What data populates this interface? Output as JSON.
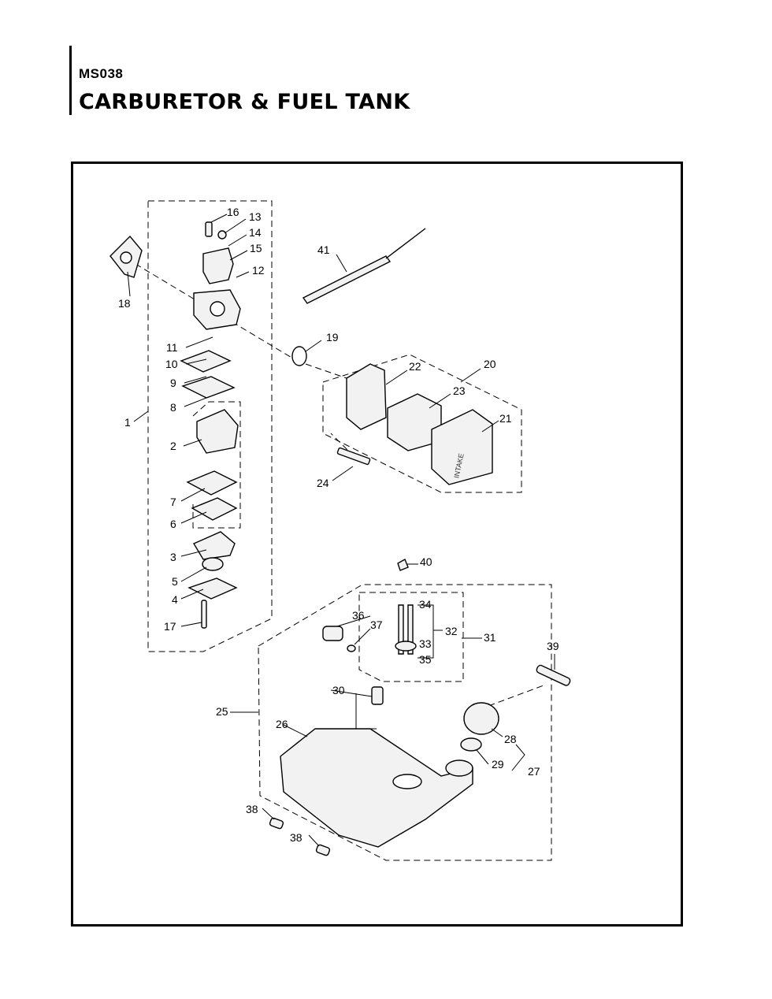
{
  "header": {
    "model": "MS038",
    "title": "CARBURETOR & FUEL TANK"
  },
  "diagram": {
    "intake_label": "INTAKE",
    "callouts": [
      "1",
      "2",
      "3",
      "4",
      "5",
      "6",
      "7",
      "8",
      "9",
      "10",
      "11",
      "12",
      "13",
      "14",
      "15",
      "16",
      "17",
      "18",
      "19",
      "20",
      "21",
      "22",
      "23",
      "24",
      "25",
      "26",
      "27",
      "28",
      "29",
      "30",
      "31",
      "32",
      "33",
      "34",
      "35",
      "36",
      "37",
      "38",
      "38",
      "39",
      "40",
      "41"
    ]
  }
}
